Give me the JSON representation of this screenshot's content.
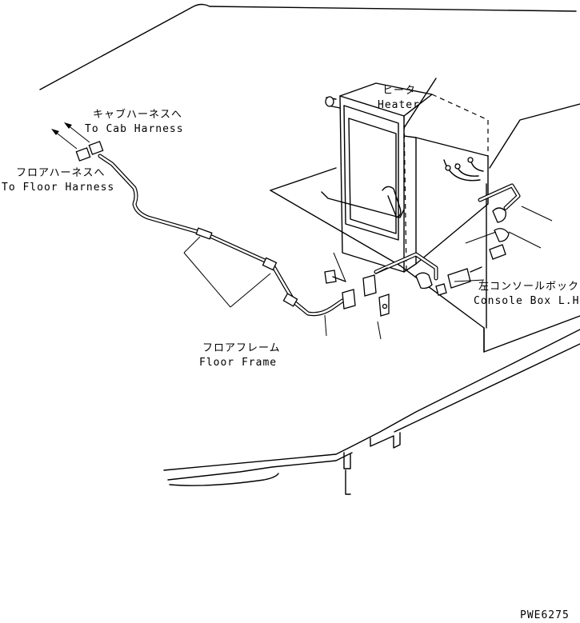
{
  "labels": {
    "cab_harness_jp": "キャブハーネスへ",
    "cab_harness_en": "To Cab Harness",
    "floor_harness_jp": "フロアハーネスへ",
    "floor_harness_en": "To Floor Harness",
    "heater_jp": "ヒータ",
    "heater_en": "Heater",
    "console_box_jp": "左コンソールボックス",
    "console_box_en": "Console Box L.H.",
    "floor_frame_jp": "フロアフレーム",
    "floor_frame_en": "Floor Frame",
    "drawing_id": "PWE6275"
  }
}
